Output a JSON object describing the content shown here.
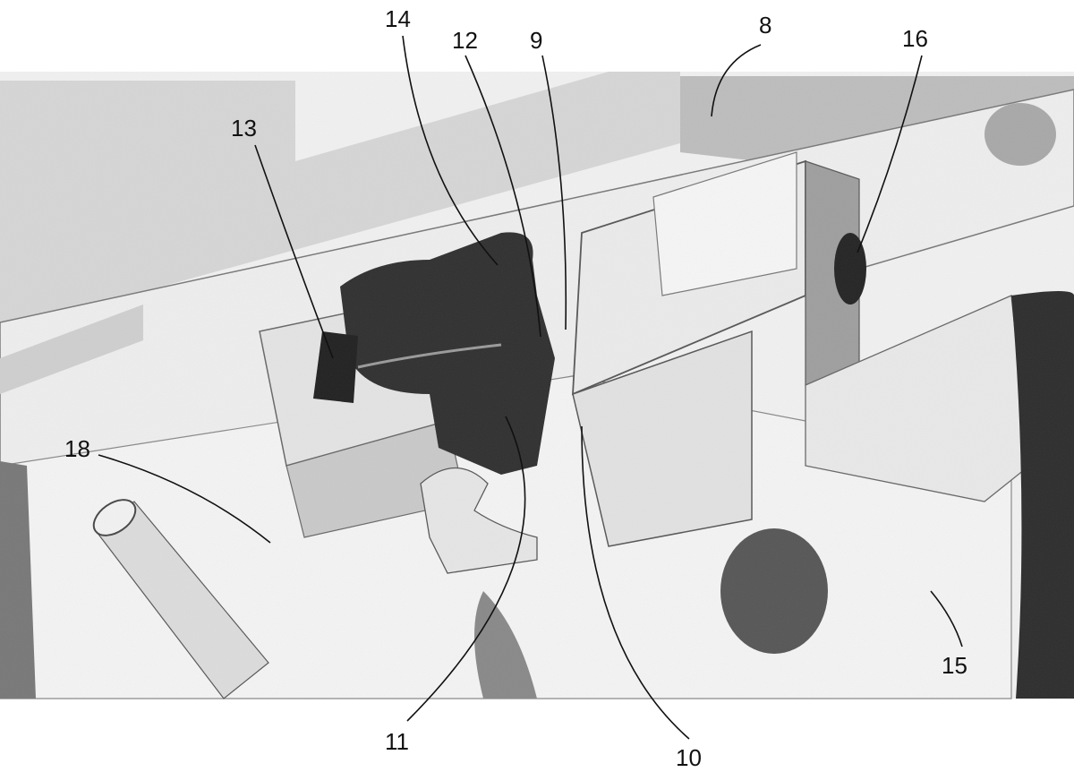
{
  "figure": {
    "reference_numerals": {
      "n8": "8",
      "n9": "9",
      "n10": "10",
      "n11": "11",
      "n12": "12",
      "n13": "13",
      "n14": "14",
      "n15": "15",
      "n16": "16",
      "n18": "18"
    }
  }
}
